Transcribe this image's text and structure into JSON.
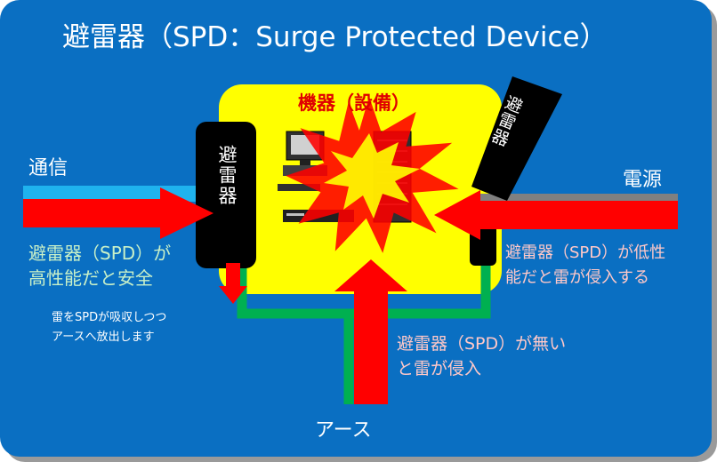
{
  "title": "避雷器（SPD：Surge Protected Device）",
  "equipment_label": "機器（設備）",
  "arrester_left_label": "避雷器",
  "arrester_right_label": "避雷器",
  "comm_label": "通信",
  "power_label": "電源",
  "earth_label": "アース",
  "left_note": [
    "避雷器（SPD）が",
    "高性能だと安全"
  ],
  "left_small_note": [
    "雷をSPDが吸収しつつ",
    "アースへ放出します"
  ],
  "right_note": [
    "避雷器（SPD）が低性",
    "能だと雷が侵入する"
  ],
  "bottom_note": [
    "避雷器（SPD）が無い",
    "と雷が侵入"
  ],
  "colors": {
    "background": "#0a6fc2",
    "equipment_box": "#ffff00",
    "surge_arrow": "#ff0000",
    "earth_wire": "#00b050",
    "comm_line": "#1fb3ee",
    "power_line": "#808080",
    "arrester": "#000000"
  }
}
